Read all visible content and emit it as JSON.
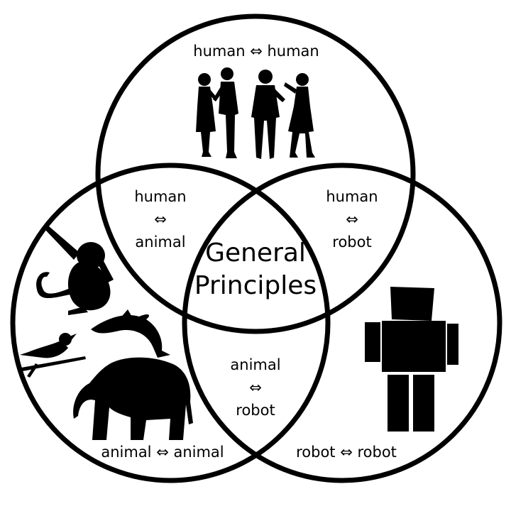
{
  "regions": {
    "human_human": {
      "text": "human ⇔ human"
    },
    "animal_animal": {
      "text": "animal ⇔ animal"
    },
    "robot_robot": {
      "text": "robot ⇔ robot"
    },
    "human_animal": {
      "line1": "human",
      "arrow": "⇔",
      "line2": "animal"
    },
    "human_robot": {
      "line1": "human",
      "arrow": "⇔",
      "line2": "robot"
    },
    "animal_robot": {
      "line1": "animal",
      "arrow": "⇔",
      "line2": "robot"
    },
    "center": {
      "line1": "General",
      "line2": "Principles"
    }
  },
  "icons": [
    "people-silhouette-icon",
    "monkey-silhouette-icon",
    "dolphin-silhouette-icon",
    "bird-silhouette-icon",
    "elephant-silhouette-icon",
    "robot-silhouette-icon"
  ],
  "colors": {
    "stroke": "#000000",
    "background": "#ffffff",
    "silhouette": "#000000"
  }
}
